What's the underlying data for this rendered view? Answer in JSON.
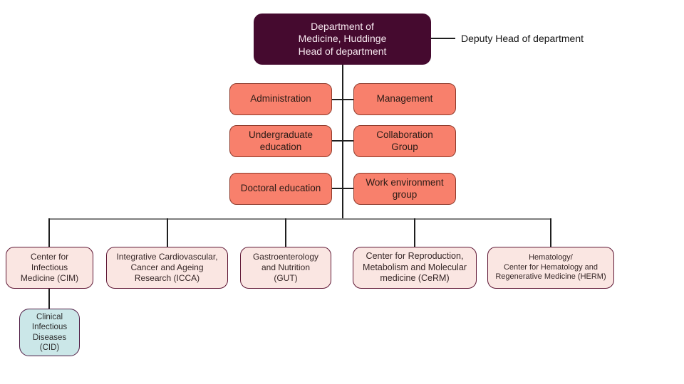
{
  "org_chart": {
    "head": {
      "label": "Department of\nMedicine, Huddinge\nHead of department"
    },
    "deputy": {
      "label": "Deputy Head of department"
    },
    "staff_units": [
      {
        "id": "administration",
        "label": "Administration"
      },
      {
        "id": "management",
        "label": "Management"
      },
      {
        "id": "undergraduate-education",
        "label": "Undergraduate\neducation"
      },
      {
        "id": "collaboration-group",
        "label": "Collaboration\nGroup"
      },
      {
        "id": "doctoral-education",
        "label": "Doctoral education"
      },
      {
        "id": "work-environment-group",
        "label": "Work environment\ngroup"
      }
    ],
    "divisions": [
      {
        "id": "cim",
        "label": "Center for\nInfectious\nMedicine (CIM)"
      },
      {
        "id": "icca",
        "label": "Integrative Cardiovascular,\nCancer and Ageing\nResearch (ICCA)"
      },
      {
        "id": "gut",
        "label": "Gastroenterology\nand Nutrition\n(GUT)"
      },
      {
        "id": "cerm",
        "label": "Center for Reproduction,\nMetabolism and Molecular\nmedicine (CeRM)"
      },
      {
        "id": "herm",
        "label": "Hematology/\nCenter for Hematology and\nRegenerative Medicine (HERM)"
      }
    ],
    "sub_units": [
      {
        "id": "cid",
        "parent": "cim",
        "label": "Clinical\nInfectious\nDiseases\n(CID)"
      }
    ],
    "colors": {
      "head_fill": "#450A2F",
      "head_text": "#F7E9F0",
      "staff_fill": "#F8806C",
      "staff_border": "#8E3A2B",
      "division_fill": "#FAE6E2",
      "division_border": "#5E1634",
      "sub_fill": "#CBE7E8",
      "sub_border": "#4E1C44",
      "connector": "#1F1F1F",
      "spine": "#7E7E7E"
    }
  }
}
